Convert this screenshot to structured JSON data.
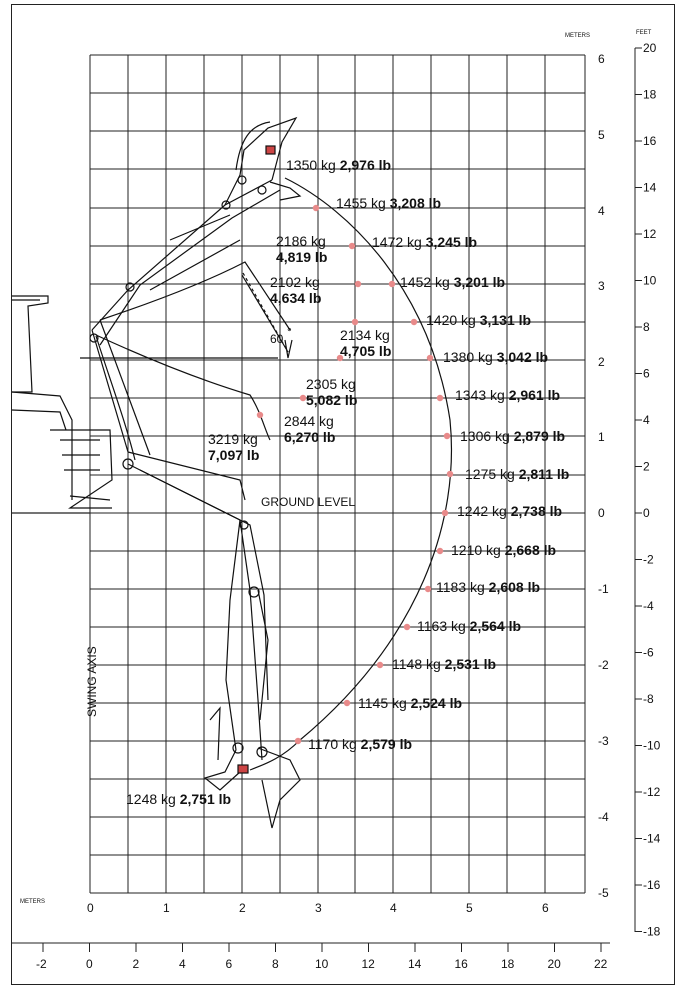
{
  "axes": {
    "meters_label_top": "METERS",
    "feet_label_top": "FEET",
    "meters_label_bottom": "METERS",
    "swing_axis_label": "SWING AXIS",
    "ground_level_label": "GROUND LEVEL",
    "angle_label": "60",
    "angle_unit": "°",
    "right_meters_ticks": [
      "6",
      "5",
      "4",
      "3",
      "2",
      "1",
      "0",
      "-1",
      "-2",
      "-3",
      "-4",
      "-5"
    ],
    "right_feet_ticks": [
      "20",
      "18",
      "16",
      "14",
      "12",
      "10",
      "8",
      "6",
      "4",
      "2",
      "0",
      "-2",
      "-4",
      "-6",
      "-8",
      "-10",
      "-12",
      "-14",
      "-16",
      "-18"
    ],
    "bottom_meters_ticks": [
      "0",
      "1",
      "2",
      "3",
      "4",
      "5",
      "6"
    ],
    "bottom_feet_ticks": [
      "-2",
      "0",
      "2",
      "4",
      "6",
      "8",
      "10",
      "12",
      "14",
      "16",
      "18",
      "20",
      "22"
    ]
  },
  "capacities": [
    {
      "kg": "1350 kg",
      "lb": "2,976 lb"
    },
    {
      "kg": "1455 kg",
      "lb": "3,208 lb"
    },
    {
      "kg": "1472 kg",
      "lb": "3,245 lb"
    },
    {
      "kg": "2186 kg",
      "lb": "4,819 lb"
    },
    {
      "kg": "2102 kg",
      "lb": "4,634 lb"
    },
    {
      "kg": "1452 kg",
      "lb": "3,201 lb"
    },
    {
      "kg": "1420 kg",
      "lb": "3,131 lb"
    },
    {
      "kg": "2134 kg",
      "lb": "4,705 lb"
    },
    {
      "kg": "1380 kg",
      "lb": "3,042 lb"
    },
    {
      "kg": "2305 kg",
      "lb": "5,082 lb"
    },
    {
      "kg": "1343 kg",
      "lb": "2,961 lb"
    },
    {
      "kg": "2844 kg",
      "lb": "6,270 lb"
    },
    {
      "kg": "3219 kg",
      "lb": "7,097 lb"
    },
    {
      "kg": "1306 kg",
      "lb": "2,879 lb"
    },
    {
      "kg": "1275 kg",
      "lb": "2,811 lb"
    },
    {
      "kg": "1242 kg",
      "lb": "2,738 lb"
    },
    {
      "kg": "1210 kg",
      "lb": "2,668 lb"
    },
    {
      "kg": "1183 kg",
      "lb": "2,608 lb"
    },
    {
      "kg": "1163 kg",
      "lb": "2,564 lb"
    },
    {
      "kg": "1148 kg",
      "lb": "2,531 lb"
    },
    {
      "kg": "1145 kg",
      "lb": "2,524 lb"
    },
    {
      "kg": "1170 kg",
      "lb": "2,579 lb"
    },
    {
      "kg": "1248 kg",
      "lb": "2,751 lb"
    }
  ],
  "colors": {
    "ink": "#111111",
    "marker": "#e88a8a",
    "grid": "#222222"
  }
}
